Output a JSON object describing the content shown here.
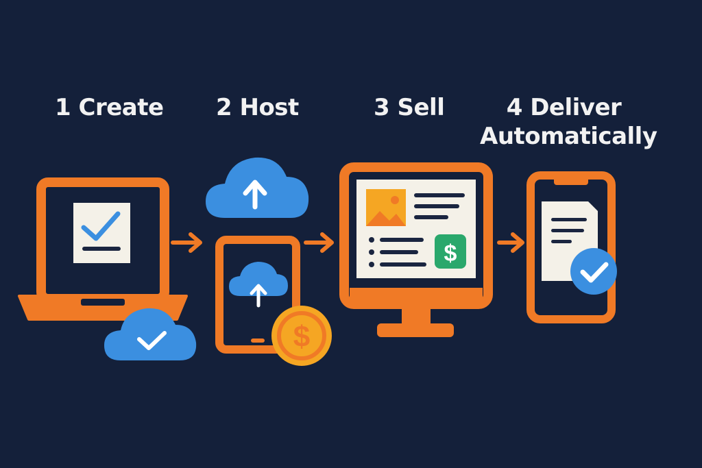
{
  "steps": [
    {
      "label": "1 Create",
      "icon": "laptop-checklist-icon"
    },
    {
      "label": "2 Host",
      "icon": "cloud-upload-icon"
    },
    {
      "label": "3 Sell",
      "icon": "storefront-monitor-icon"
    },
    {
      "label_line1": "4 Deliver",
      "label_line2": "Automatically",
      "icon": "phone-document-check-icon"
    }
  ],
  "colors": {
    "background": "#14203a",
    "orange": "#f07a26",
    "blue": "#3b8fe0",
    "cream": "#f4f1e8",
    "dark": "#1a2540",
    "green": "#2aa86c",
    "gold": "#f5a623"
  }
}
